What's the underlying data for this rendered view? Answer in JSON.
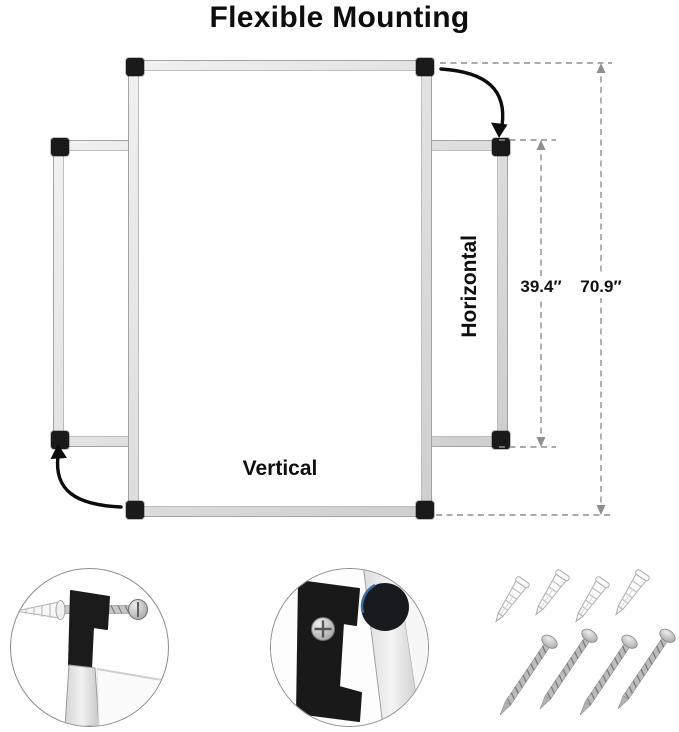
{
  "title": "Flexible Mounting",
  "diagram": {
    "vertical_label": "Vertical",
    "horizontal_label": "Horizontal",
    "horizontal_board_dim": "39.4″",
    "overall_dim": "70.9″"
  },
  "hardware": {
    "anchor_count": 4,
    "screw_count": 4,
    "anchor_name": "drywall-anchor",
    "screw_name": "mounting-screw"
  },
  "icons": {
    "rotation_arrow": "curved-rotation-arrow",
    "corner_cap": "black-corner-cap"
  },
  "colors": {
    "frame_silver": "#e2e2e2",
    "corner_black": "#1a1a1a",
    "text": "#111111",
    "dim_line_gray": "#8f8f8f"
  }
}
